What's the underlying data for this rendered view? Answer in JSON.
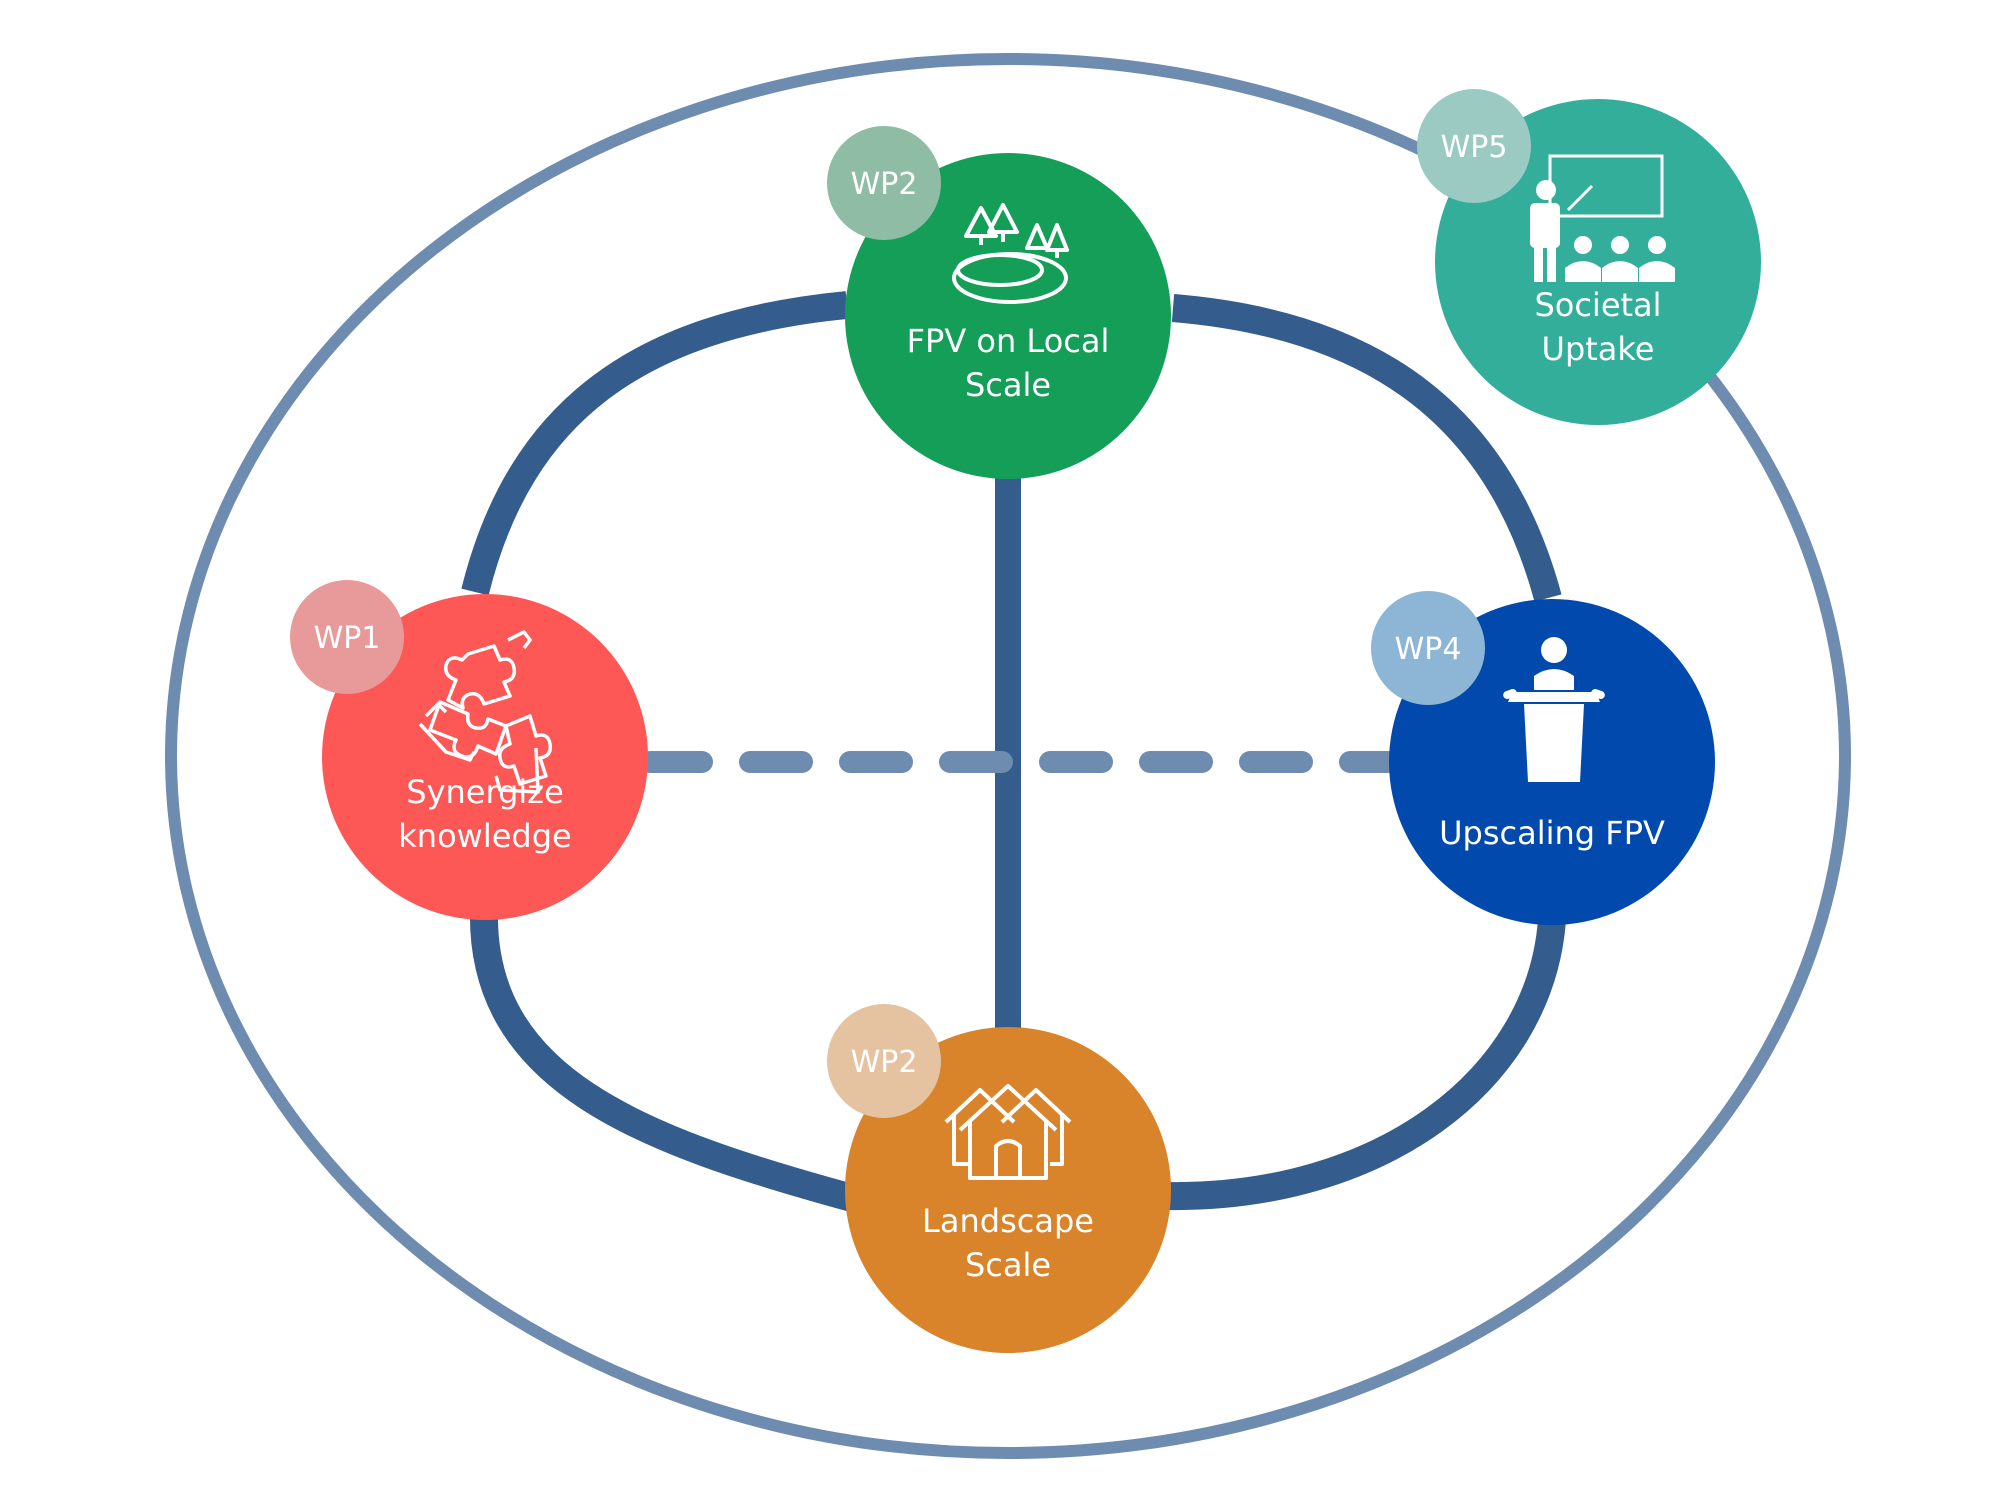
{
  "colors": {
    "outer_ring": "#6e8bb0",
    "connector": "#345d8e",
    "dashed_connector": "#6e8bb0",
    "background": "#ffffff"
  },
  "nodes": {
    "local_scale": {
      "badge": "WP2",
      "line1": "FPV on Local",
      "line2": "Scale",
      "color": "#149e58",
      "badge_color": "#8fbca5",
      "icon": "pond-trees-icon"
    },
    "societal": {
      "badge": "WP5",
      "line1": "Societal",
      "line2": "Uptake",
      "color": "#33ae9a",
      "badge_color": "#9bcac2",
      "icon": "teacher-presentation-icon"
    },
    "synergize": {
      "badge": "WP1",
      "line1": "Synergize",
      "line2": "knowledge",
      "color": "#fd5756",
      "badge_color": "#e89a9a",
      "icon": "puzzle-hands-icon"
    },
    "upscaling": {
      "badge": "WP4",
      "line1": "Upscaling FPV",
      "color": "#0249ad",
      "badge_color": "#8cb5d6",
      "icon": "speaker-podium-icon"
    },
    "landscape": {
      "badge": "WP2",
      "line1": "Landscape",
      "line2": "Scale",
      "color": "#d9832a",
      "badge_color": "#e5c3a0",
      "icon": "houses-icon"
    }
  }
}
